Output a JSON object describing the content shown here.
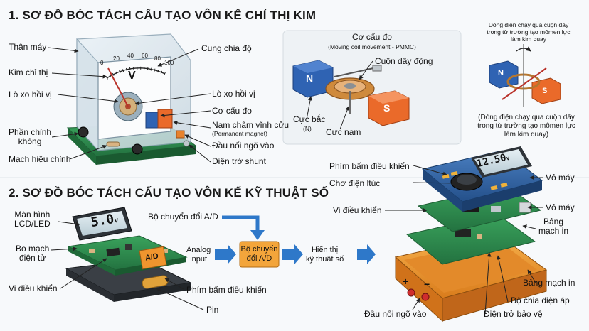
{
  "section1": {
    "title": "1. SƠ ĐỒ BÓC TÁCH CẤU TẠO VÔN KẾ CHỈ THỊ KIM",
    "meter_unit": "V",
    "scale_ticks": [
      "0",
      "20",
      "40",
      "60",
      "80",
      "100"
    ],
    "labels": {
      "than_may": "Thân máy",
      "kim_chi_thi": "Kim chỉ thị",
      "lo_xo_left": "Lò xo hồi vị",
      "phan_chinh_khong": "Phần chỉnh\nkhông",
      "mach_hieu_chinh": "Mạch hiệu chỉnh",
      "cung_chia_do": "Cung chia độ",
      "lo_xo_right": "Lò xo hồi vị",
      "co_cau_do": "Cơ cấu đo",
      "nam_cham": "Nam châm vĩnh cửu",
      "nam_cham_en": "(Permanent magnet)",
      "dau_noi": "Đầu nối ngõ vào",
      "dien_tro_shunt": "Điện trở shunt"
    },
    "mechanism": {
      "title": "Cơ cấu đo",
      "subtitle": "(Moving coil movement - PMMC)",
      "cuon_day_dong": "Cuộn dây động",
      "cuc_bac": "Cực bắc",
      "cuc_bac_sub": "(N)",
      "cuc_nam": "Cực nam",
      "pole_n": "N",
      "pole_s": "S"
    },
    "torque": {
      "top_text": "Dòng điện chạy qua cuộn dây\ntrong từ trường tạo mômen lực\nlàm kim quay",
      "bottom_text": "(Dòng điện chạy qua cuộn dây\ntrong từ trường tạo mômen lực\nlàm kim quay)",
      "pole_n": "N",
      "pole_s": "S"
    }
  },
  "section2": {
    "title": "2. SƠ ĐỒ BÓC TÁCH CẤU TẠO VÔN KẾ KỸ THUẬT SỐ",
    "lcd_value": "5.0",
    "lcd_unit": "v",
    "ad_chip": "A/D",
    "labels": {
      "man_hinh": "Màn hình\nLCD/LED",
      "bo_mach": "Bo mạch\nđiện tử",
      "vi_dieu_khien": "Vi điều khiển",
      "bo_chuyen_doi": "Bộ chuyển đổi A/D",
      "phim_bam": "Phím bấm điều khiển",
      "pin": "Pin"
    },
    "flow": {
      "input": "Analog\ninput",
      "converter": "Bộ chuyển\nđổi A/D",
      "output": "Hiển thị\nkỹ thuật số"
    },
    "multimeter": {
      "display": "12.50",
      "display_unit": "v",
      "phim_bam": "Phím bấm điều khiển",
      "cho_dien_luc": "Chơ điện ltúc",
      "vi_dieu_khien": "Vi điều khiển",
      "vo_may_1": "Vỏ máy",
      "vo_may_2": "Vỏ máy",
      "bang_mach_in_1": "Bảng\nmạch in",
      "bang_mach_in_2": "Bảng mạch in",
      "bo_chia_dien_ap": "Bộ chia điện áp",
      "dien_tro_bao_ve": "Điện trở bảo vệ",
      "dau_noi": "Đầu nối ngõ vào",
      "plus": "+",
      "minus": "−"
    }
  },
  "colors": {
    "pole_blue": "#2f63b3",
    "pole_orange": "#ea6a2a",
    "pcb_green": "#2f8f4e",
    "case_orange": "#f0952e",
    "case_blue": "#2e5f9e",
    "flow_box": "#f3a53b",
    "arrow_blue": "#2e78c9"
  }
}
